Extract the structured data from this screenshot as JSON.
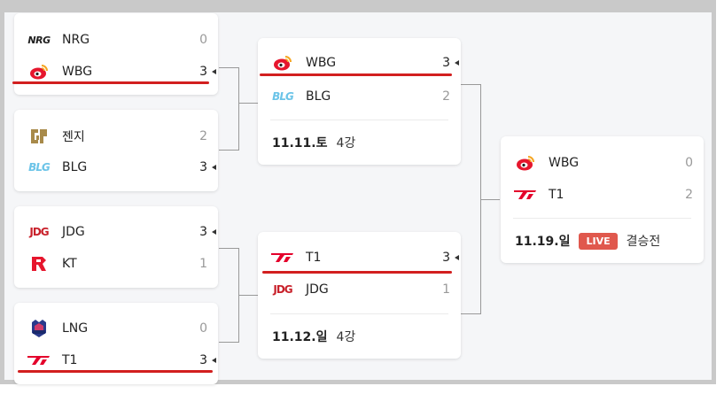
{
  "quarterfinals": [
    {
      "teams": [
        {
          "logo": "nrg-logo",
          "name": "NRG",
          "score": "0",
          "winner": false
        },
        {
          "logo": "weibo-logo",
          "name": "WBG",
          "score": "3",
          "winner": true
        }
      ]
    },
    {
      "teams": [
        {
          "logo": "gen-logo",
          "name": "젠지",
          "score": "2",
          "winner": false
        },
        {
          "logo": "blg-logo",
          "name": "BLG",
          "score": "3",
          "winner": true
        }
      ]
    },
    {
      "teams": [
        {
          "logo": "jdg-logo",
          "name": "JDG",
          "score": "3",
          "winner": true
        },
        {
          "logo": "kt-logo",
          "name": "KT",
          "score": "1",
          "winner": false
        }
      ]
    },
    {
      "teams": [
        {
          "logo": "lng-logo",
          "name": "LNG",
          "score": "0",
          "winner": false
        },
        {
          "logo": "t1-logo",
          "name": "T1",
          "score": "3",
          "winner": true
        }
      ]
    }
  ],
  "semifinals": [
    {
      "teams": [
        {
          "logo": "weibo-logo",
          "name": "WBG",
          "score": "3",
          "winner": true
        },
        {
          "logo": "blg-logo",
          "name": "BLG",
          "score": "2",
          "winner": false
        }
      ],
      "date": "11.11.토",
      "round": "4강"
    },
    {
      "teams": [
        {
          "logo": "t1-logo",
          "name": "T1",
          "score": "3",
          "winner": true
        },
        {
          "logo": "jdg-logo",
          "name": "JDG",
          "score": "1",
          "winner": false
        }
      ],
      "date": "11.12.일",
      "round": "4강"
    }
  ],
  "final": {
    "teams": [
      {
        "logo": "weibo-logo",
        "name": "WBG",
        "score": "0",
        "winner": false
      },
      {
        "logo": "t1-logo",
        "name": "T1",
        "score": "2",
        "winner": false
      }
    ],
    "date": "11.19.일",
    "live": "LIVE",
    "round": "결승전"
  },
  "colors": {
    "highlight": "#d21f1f",
    "live": "#e0584d",
    "blg": "#6cc4e8",
    "gen": "#a88a4a",
    "red": "#c8202a"
  }
}
